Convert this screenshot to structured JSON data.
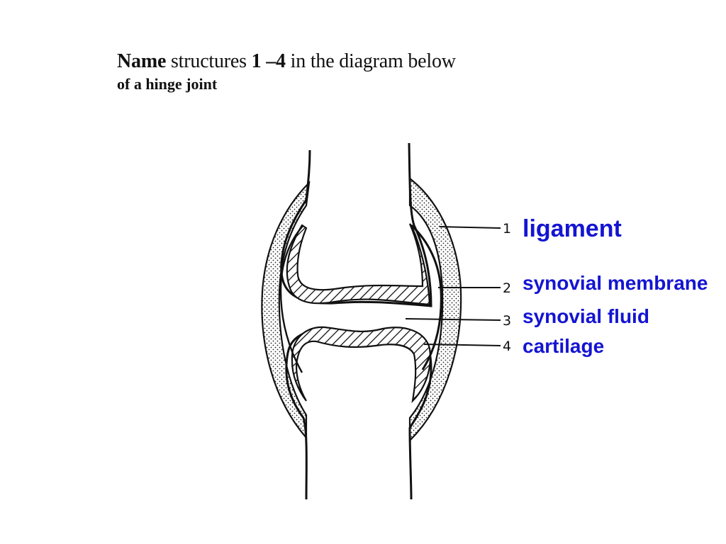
{
  "heading": {
    "name_word": "Name",
    "mid_text": " structures ",
    "range": "1 –4",
    "end_text": " in the diagram below",
    "subtitle": "of a hinge joint"
  },
  "labels": [
    {
      "number": "1",
      "answer": "ligament"
    },
    {
      "number": "2",
      "answer": "synovial membrane"
    },
    {
      "number": "3",
      "answer": "synovial fluid"
    },
    {
      "number": "4",
      "answer": "cartilage"
    }
  ],
  "colors": {
    "answer_text": "#1414d2",
    "ink": "#111111"
  }
}
